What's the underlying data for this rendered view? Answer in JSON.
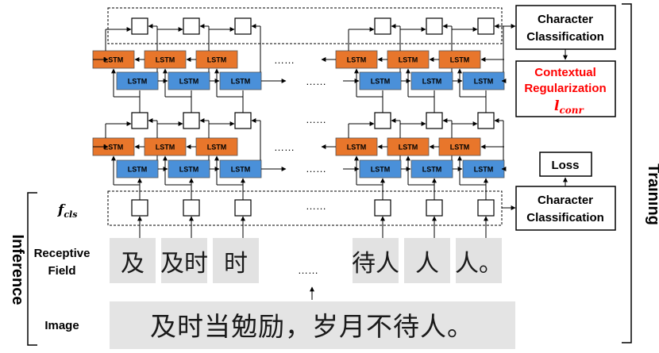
{
  "labels": {
    "fcls": "f",
    "fcls_sub": "cls",
    "receptive_line1": "Receptive",
    "receptive_line2": "Field",
    "image": "Image",
    "inference": "Inference",
    "training": "Training",
    "ellipsis": "……"
  },
  "boxes": {
    "char_class_top_line1": "Character",
    "char_class_top_line2": "Classification",
    "contextual_line1": "Contextual",
    "contextual_line2": "Regularization",
    "lconr_main": "l",
    "lconr_sub": "conr",
    "loss": "Loss",
    "char_class_bottom_line1": "Character",
    "char_class_bottom_line2": "Classification"
  },
  "lstm_label": "LSTM",
  "receptive_crops": [
    "及",
    "及时",
    "时",
    "待人",
    "人",
    "人。"
  ],
  "image_text": "及时当勉励，岁月不待人。",
  "colors": {
    "lstm_forward": "#4a90d9",
    "lstm_backward": "#e8762b",
    "highlight_red": "#ff0000",
    "stroke": "#000000"
  }
}
